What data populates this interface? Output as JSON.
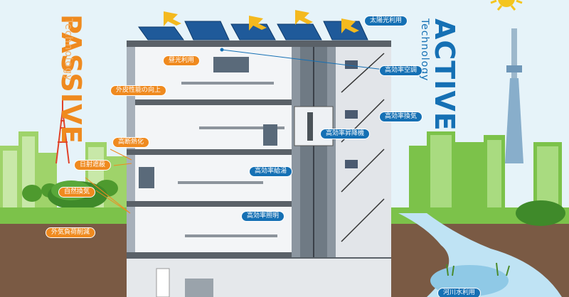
{
  "passive": {
    "title": "PASSIVE",
    "subtitle": "Technology"
  },
  "active": {
    "title": "ACTIVE",
    "subtitle": "Technology"
  },
  "passive_labels": {
    "daylight": "昼光利用",
    "envelope": "外皮性能の向上",
    "insulation": "高断熱化",
    "shading": "日射遮蔽",
    "ventilation": "自然換気",
    "load_reduction": "外気負荷削減"
  },
  "active_labels": {
    "solar": "太陽光利用",
    "hvac": "高効率空調",
    "fan": "高効率換気",
    "elevator": "高効率昇降機",
    "water": "高効率給湯",
    "lighting": "高効率照明",
    "river": "河川水利用"
  },
  "colors": {
    "passive": "#ef8a1f",
    "active": "#1570b4",
    "sky": "#e6f3f9",
    "ground": "#7a5a44",
    "grass": "#7cc24a"
  }
}
